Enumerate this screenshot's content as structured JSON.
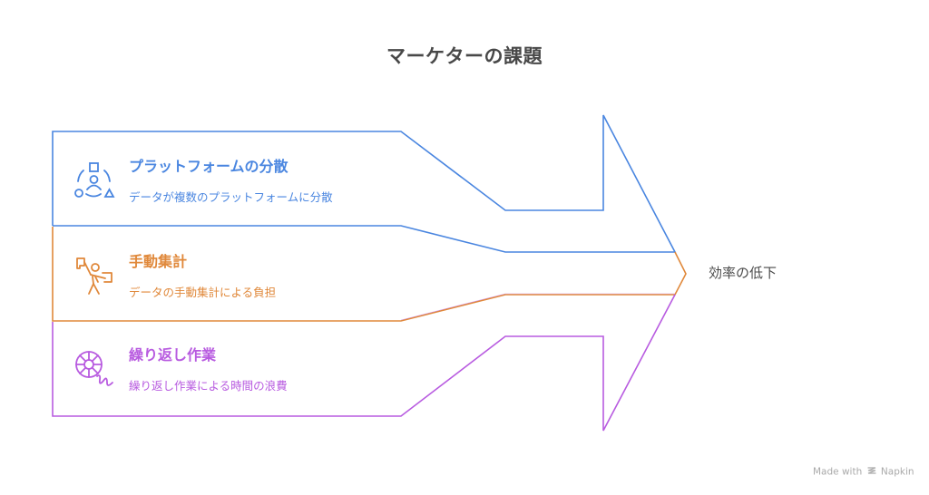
{
  "title": "マーケターの課題",
  "colors": {
    "blue": "#4A86E0",
    "orange": "#E0883A",
    "purple": "#B85BE0",
    "title_text": "#484848",
    "outcome_text": "#4a4a4a",
    "footer_text": "#aaaaaa"
  },
  "items": [
    {
      "heading": "プラットフォームの分散",
      "description": "データが複数のプラットフォームに分散",
      "icon": "distributed-platforms-icon",
      "color": "#4A86E0"
    },
    {
      "heading": "手動集計",
      "description": "データの手動集計による負担",
      "icon": "person-carrying-loads-icon",
      "color": "#E0883A"
    },
    {
      "heading": "繰り返し作業",
      "description": "繰り返し作業による時間の浪費",
      "icon": "spinning-wheel-icon",
      "color": "#B85BE0"
    }
  ],
  "outcome": "効率の低下",
  "footer": {
    "made_with": "Made with",
    "brand": "Napkin"
  }
}
